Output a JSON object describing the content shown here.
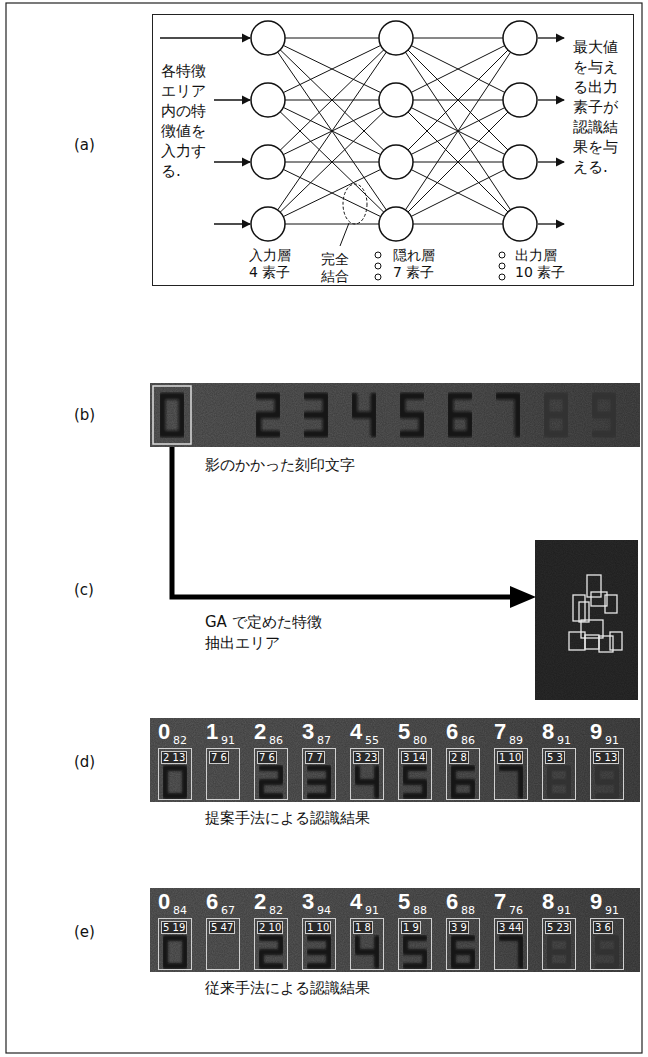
{
  "diagram": {
    "nodes": [
      {
        "text": [
          "各特徴エリア内の特徴値を入力する.",
          "最大値を与える出力素子が認識結果を与える.",
          "入力層 4 素子",
          "完全結合",
          "隠れ層 7 素子",
          "出力層 10 素子"
        ]
      },
      {
        "text": [
          "0",
          "82",
          "2 13"
        ]
      },
      {
        "text": [
          "1",
          "91",
          "7 6"
        ]
      },
      {
        "text": [
          "2",
          "86",
          "7 6"
        ]
      },
      {
        "text": [
          "3",
          "87",
          "7 7"
        ]
      },
      {
        "text": [
          "4",
          "55",
          "3 23"
        ]
      },
      {
        "text": [
          "5",
          "80",
          "3 14"
        ]
      },
      {
        "text": [
          "6",
          "86",
          "2 8"
        ]
      },
      {
        "text": [
          "7",
          "89",
          "1 10"
        ]
      },
      {
        "text": [
          "8",
          "91",
          "5 3"
        ]
      },
      {
        "text": [
          "9",
          "91",
          "5 13"
        ]
      },
      {
        "text": [
          "0",
          "84",
          "5 19"
        ]
      },
      {
        "text": [
          "6",
          "67",
          "5 47"
        ]
      },
      {
        "text": [
          "2",
          "82",
          "2 10"
        ]
      },
      {
        "text": [
          "3",
          "94",
          "1 10"
        ]
      },
      {
        "text": [
          "4",
          "91",
          "1 8"
        ]
      },
      {
        "text": [
          "5",
          "88",
          "1 9"
        ]
      },
      {
        "text": [
          "6",
          "88",
          "3 9"
        ]
      },
      {
        "text": [
          "7",
          "76",
          "3 44"
        ]
      },
      {
        "text": [
          "8",
          "91",
          "5 23"
        ]
      },
      {
        "text": [
          "9",
          "91",
          "3 6"
        ]
      }
    ],
    "labels": [
      "(a)",
      "(b)",
      "影のかかった刻印文字",
      "(c)",
      "GA で定めた特徴 抽出エリア",
      "(d)",
      "提案手法による認識結果",
      "(e)",
      "従来手法による認識結果"
    ]
  }
}
